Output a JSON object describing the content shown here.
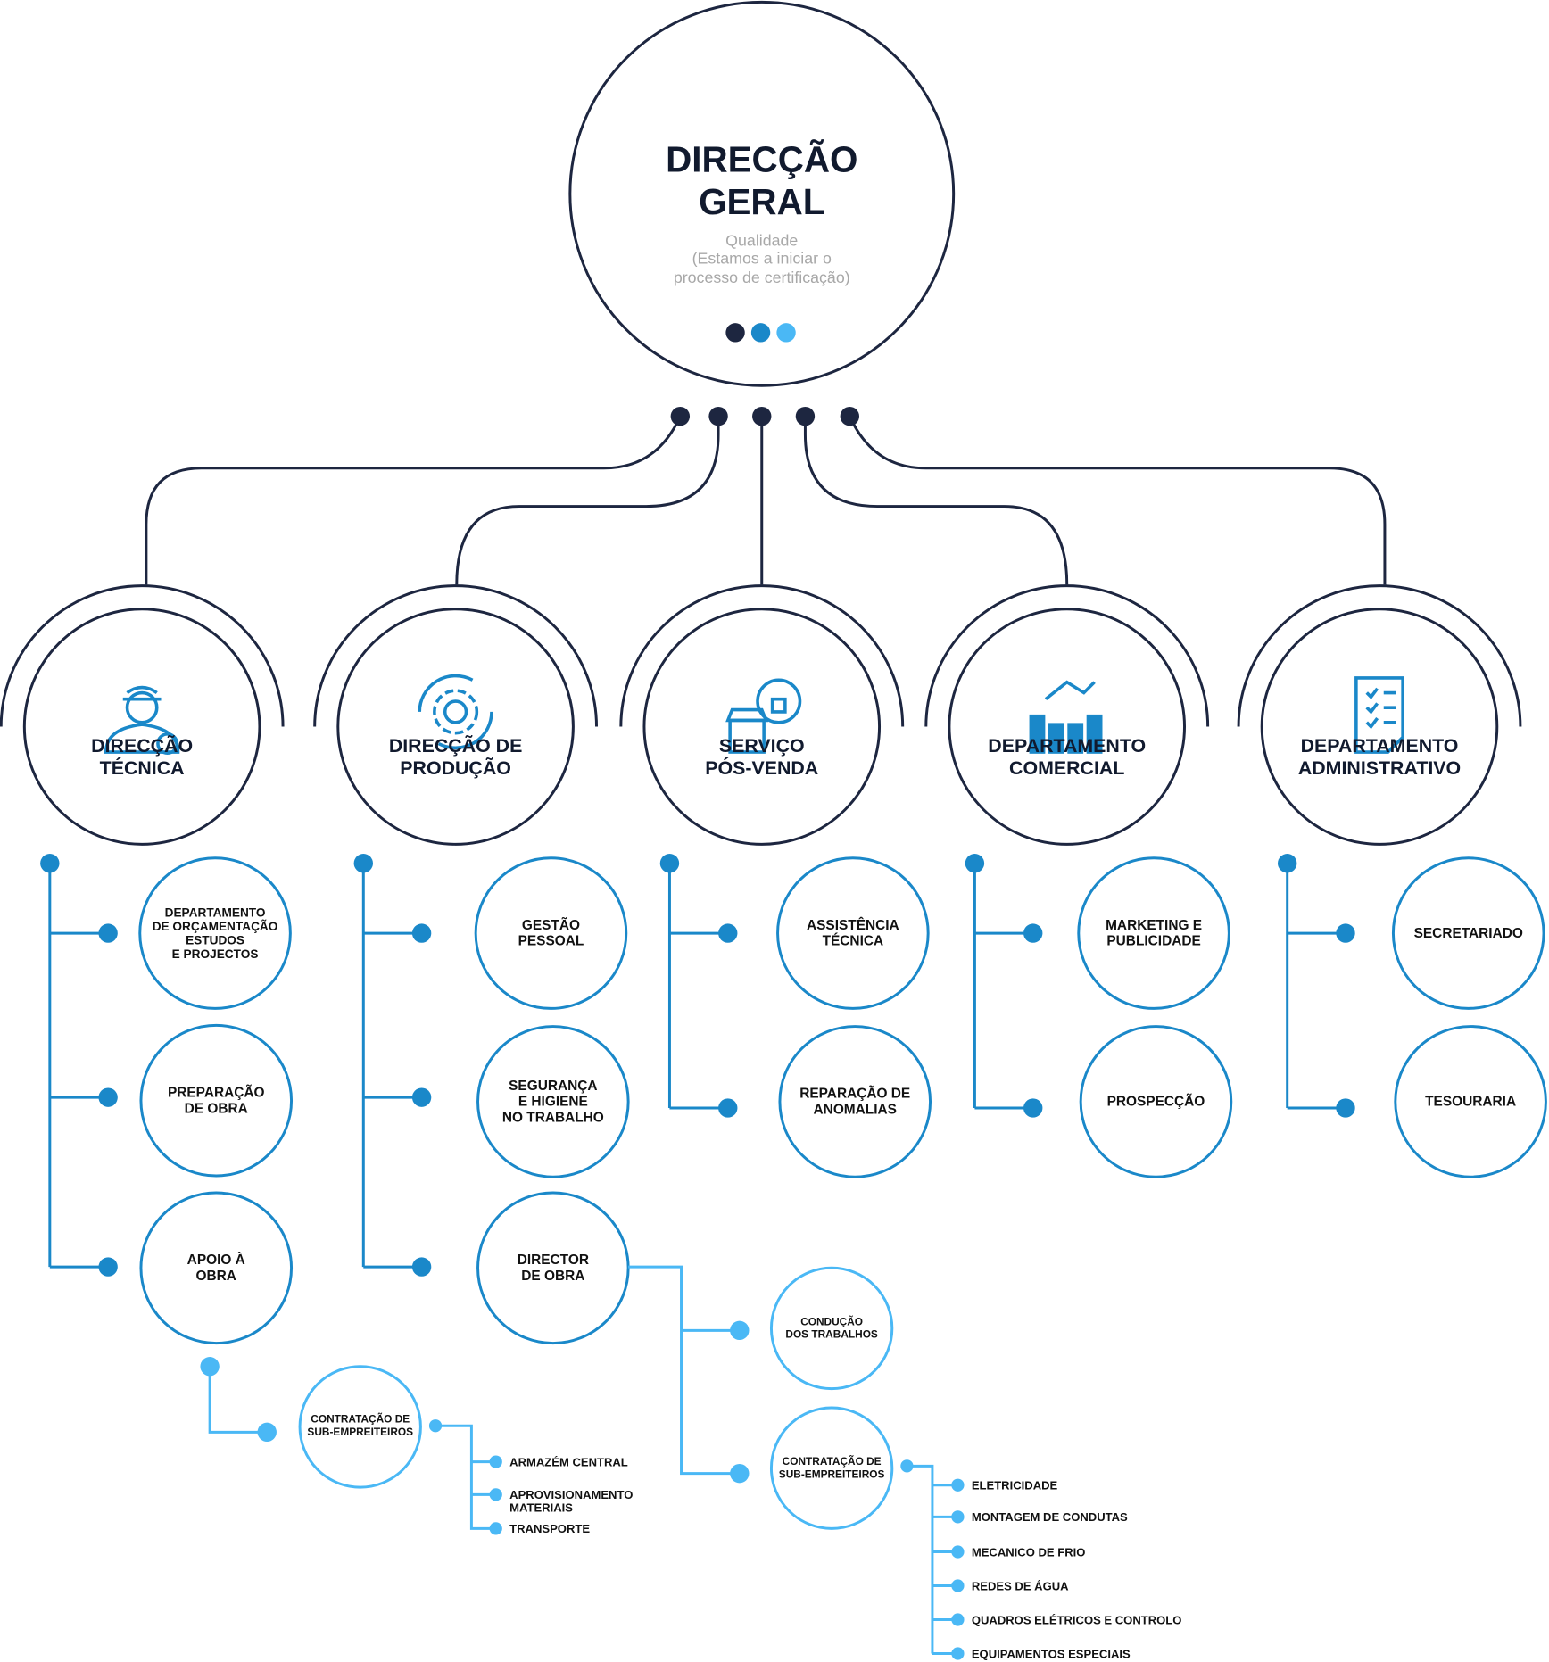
{
  "colors": {
    "dark": "#1d2640",
    "blue": "#1a88c9",
    "light_blue": "#4ab8f5"
  },
  "root": {
    "title": [
      "DIRECÇÃO",
      "GERAL"
    ],
    "subtitle": [
      "Qualidade",
      "(Estamos a iniciar o",
      "processo de certificação)"
    ]
  },
  "departments": [
    {
      "name": [
        "DIRECÇÃO",
        "TÉCNICA"
      ],
      "icon": "worker-gear-icon",
      "units": [
        [
          "DEPARTAMENTO",
          "DE ORÇAMENTAÇÃO",
          "ESTUDOS",
          "E PROJECTOS"
        ],
        [
          "PREPARAÇÃO",
          "DE OBRA"
        ],
        [
          "APOIO À",
          "OBRA"
        ]
      ]
    },
    {
      "name": [
        "DIRECÇÃO DE",
        "PRODUÇÃO"
      ],
      "icon": "gear-cycle-icon",
      "units": [
        [
          "GESTÃO",
          "PESSOAL"
        ],
        [
          "SEGURANÇA",
          "E HIGIENE",
          "NO TRABALHO"
        ],
        [
          "DIRECTOR",
          "DE OBRA"
        ]
      ]
    },
    {
      "name": [
        "SERVIÇO",
        "PÓS-VENDA"
      ],
      "icon": "store-support-icon",
      "units": [
        [
          "ASSISTÊNCIA",
          "TÉCNICA"
        ],
        [
          "REPARAÇÃO DE",
          "ANOMALIAS"
        ]
      ]
    },
    {
      "name": [
        "DEPARTAMENTO",
        "COMERCIAL"
      ],
      "icon": "handshake-chart-icon",
      "units": [
        [
          "MARKETING E",
          "PUBLICIDADE"
        ],
        [
          "PROSPECÇÃO"
        ]
      ]
    },
    {
      "name": [
        "DEPARTAMENTO",
        "ADMINISTRATIVO"
      ],
      "icon": "checklist-icon",
      "units": [
        [
          "SECRETARIADO"
        ],
        [
          "TESOURARIA"
        ]
      ]
    }
  ],
  "apoio_sub": {
    "name": [
      "CONTRATAÇÃO DE",
      "SUB-EMPREITEIROS"
    ],
    "items": [
      "ARMAZÉM CENTRAL",
      "APROVISIONAMENTO",
      "MATERIAIS",
      "TRANSPORTE"
    ]
  },
  "director_sub": [
    {
      "name": [
        "CONDUÇÃO",
        "DOS TRABALHOS"
      ]
    },
    {
      "name": [
        "CONTRATAÇÃO DE",
        "SUB-EMPREITEIROS"
      ],
      "items": [
        "ELETRICIDADE",
        "MONTAGEM DE CONDUTAS",
        "MECANICO DE FRIO",
        "REDES DE ÁGUA",
        "QUADROS ELÉTRICOS E CONTROLO",
        "EQUIPAMENTOS ESPECIAIS"
      ]
    }
  ]
}
